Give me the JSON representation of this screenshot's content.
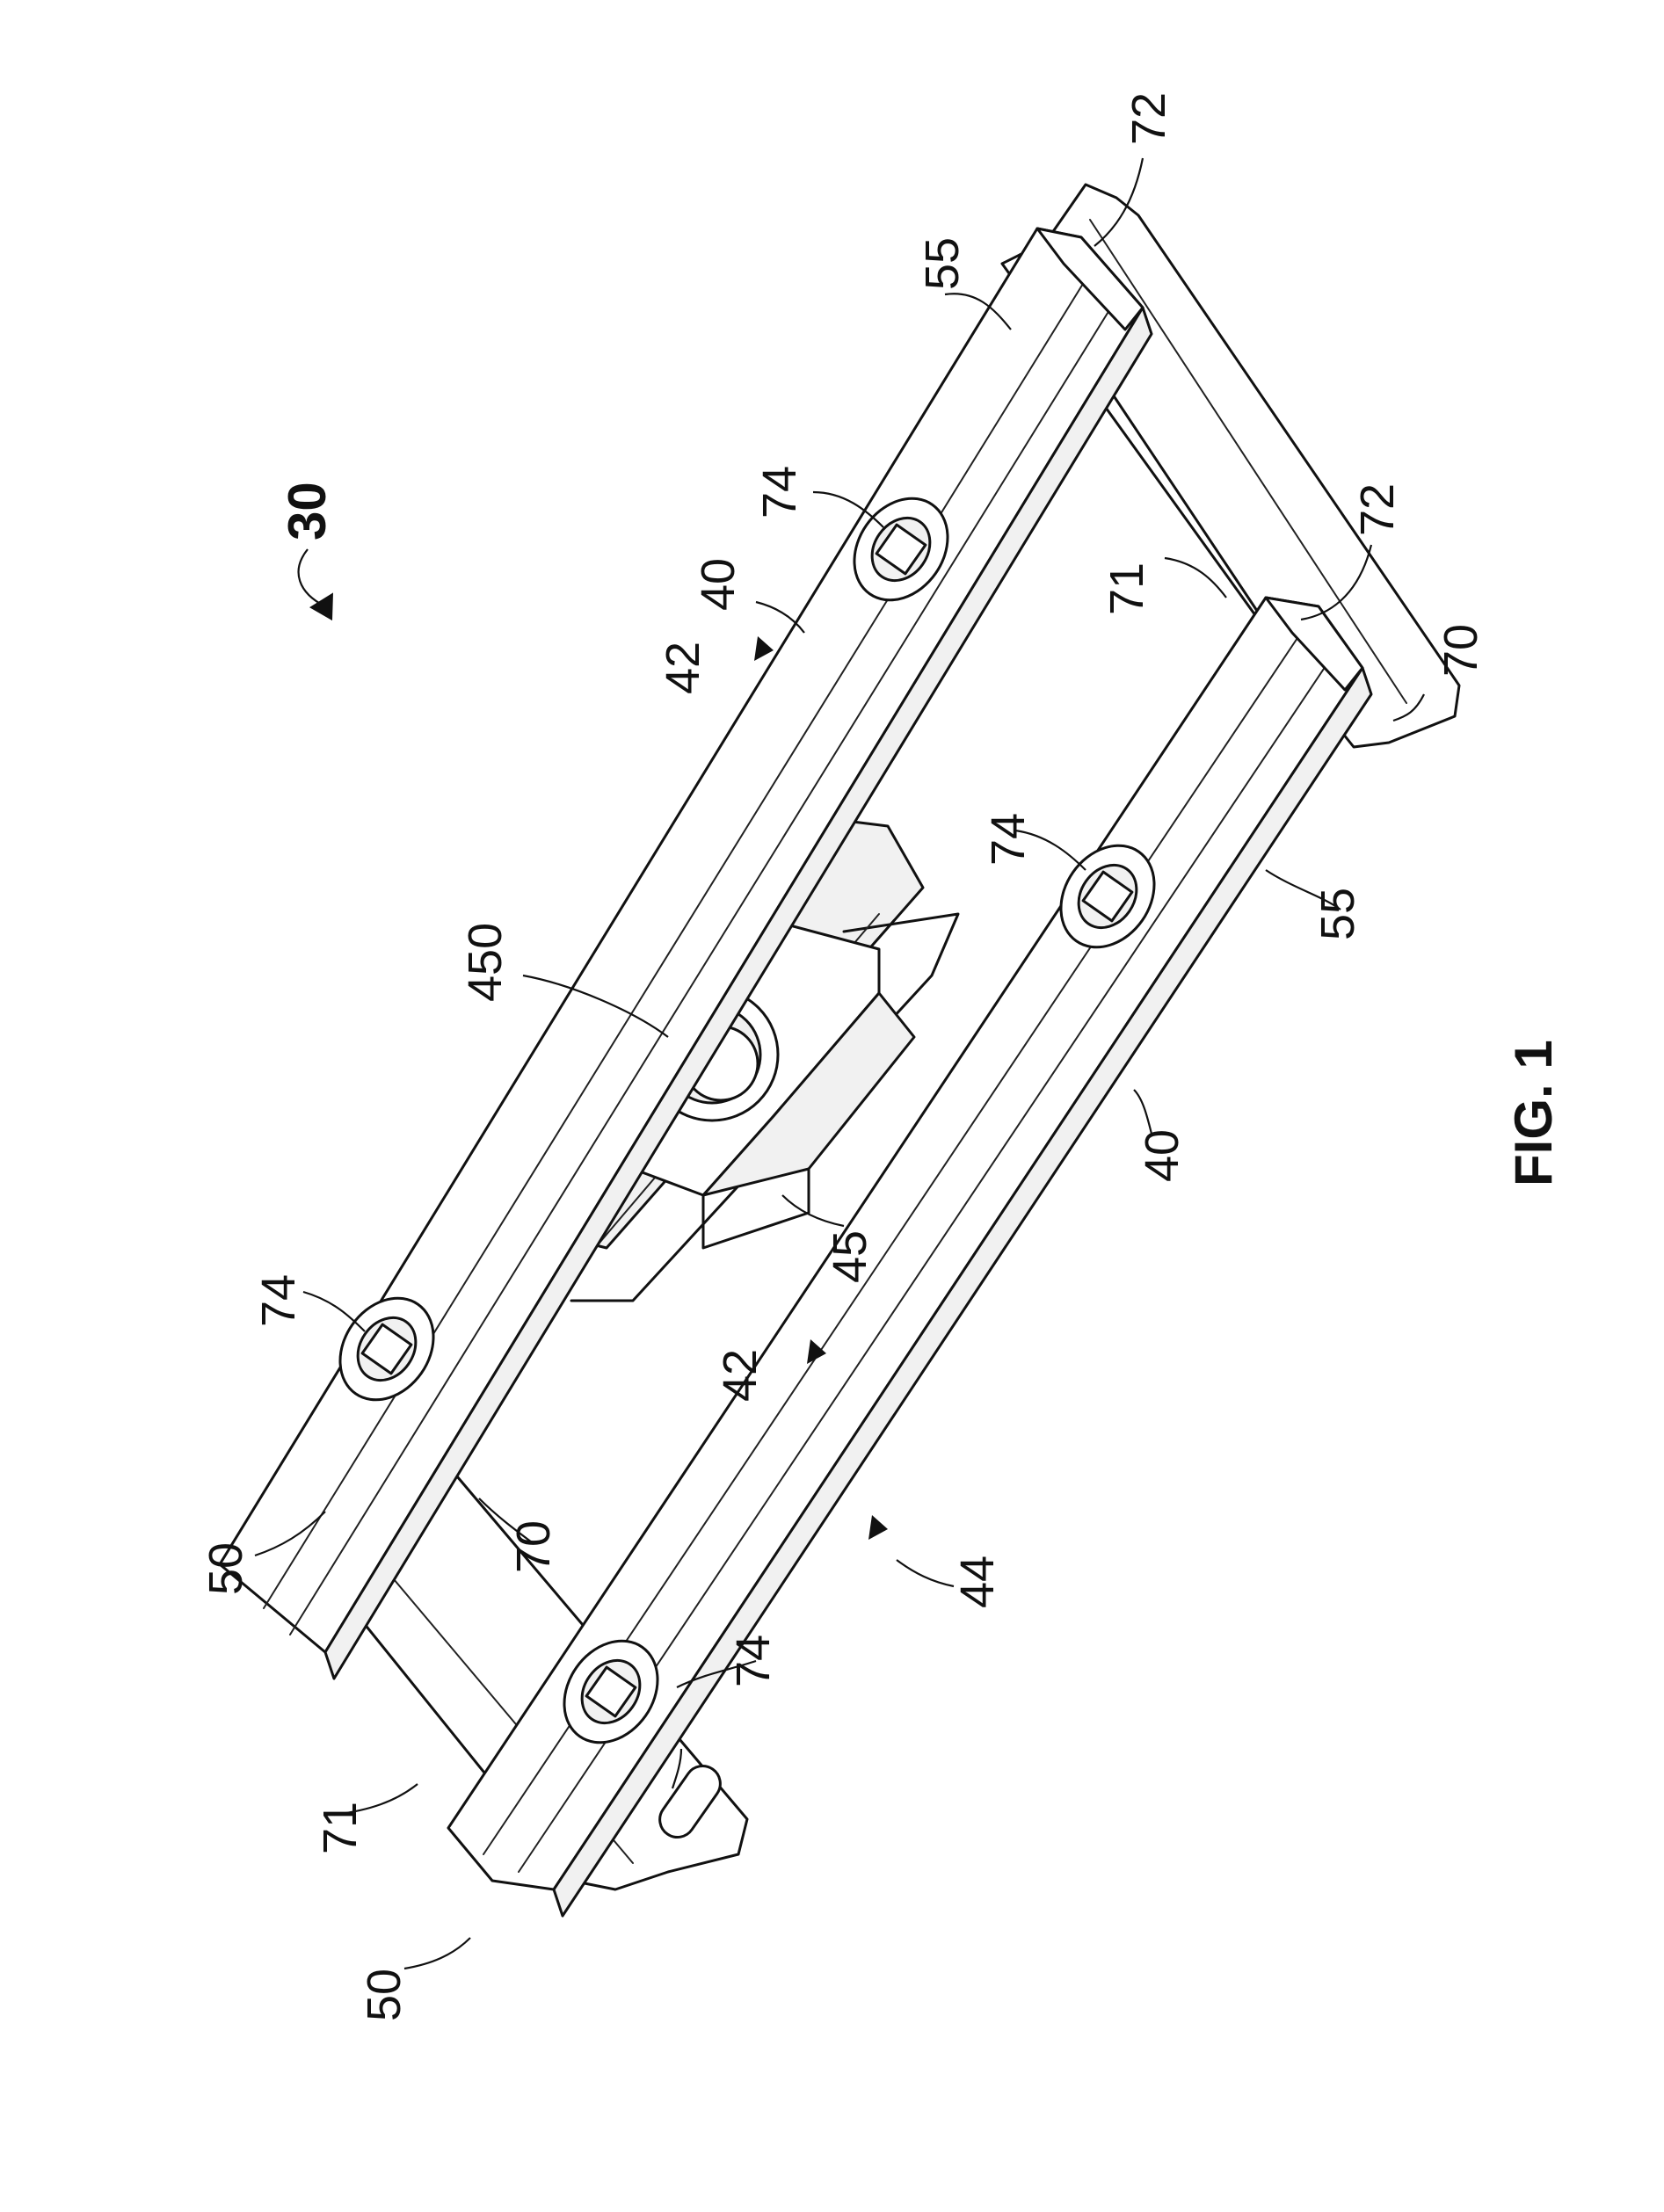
{
  "figure": {
    "caption": "FIG. 1",
    "assembly_ref": "30"
  },
  "labels": [
    {
      "id": "72-top",
      "text": "72"
    },
    {
      "id": "55-top",
      "text": "55"
    },
    {
      "id": "74-top-right",
      "text": "74"
    },
    {
      "id": "72-mid",
      "text": "72"
    },
    {
      "id": "71-right",
      "text": "71"
    },
    {
      "id": "40-top",
      "text": "40"
    },
    {
      "id": "70-right",
      "text": "70"
    },
    {
      "id": "42-upper",
      "text": "42"
    },
    {
      "id": "74-mid-right",
      "text": "74"
    },
    {
      "id": "55-mid",
      "text": "55"
    },
    {
      "id": "450",
      "text": "450"
    },
    {
      "id": "40-lower",
      "text": "40"
    },
    {
      "id": "45",
      "text": "45"
    },
    {
      "id": "74-left",
      "text": "74"
    },
    {
      "id": "42-lower",
      "text": "42"
    },
    {
      "id": "50-top",
      "text": "50"
    },
    {
      "id": "70-left",
      "text": "70"
    },
    {
      "id": "44",
      "text": "44"
    },
    {
      "id": "74-bottom",
      "text": "74"
    },
    {
      "id": "71-left",
      "text": "71"
    },
    {
      "id": "50-bottom",
      "text": "50"
    }
  ]
}
